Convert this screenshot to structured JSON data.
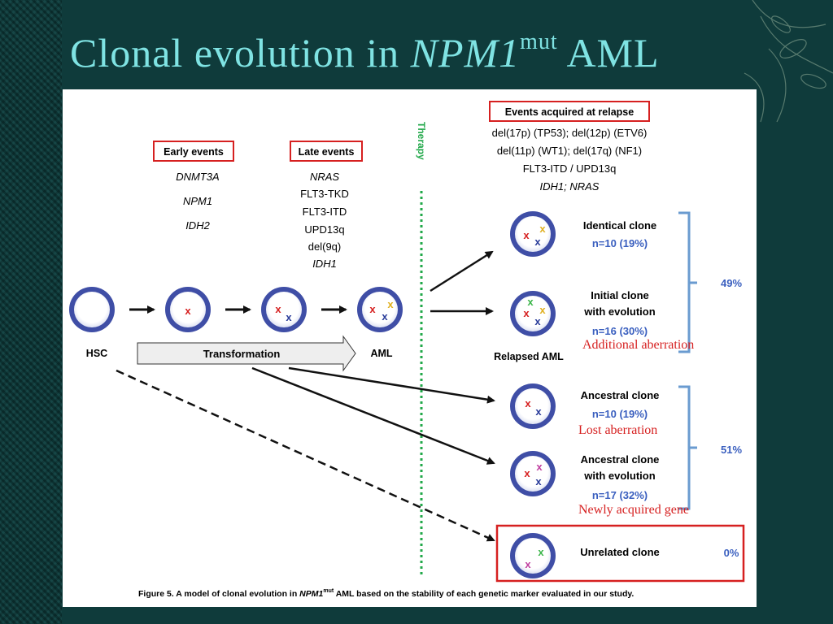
{
  "slide": {
    "title_prefix": "Clonal evolution in ",
    "title_gene": "NPM1",
    "title_sup": "mut",
    "title_suffix": " AML",
    "background_color": "#0f3b3b",
    "title_color": "#7fe3e3"
  },
  "figure": {
    "early_events": {
      "header": "Early events",
      "items": [
        "DNMT3A",
        "NPM1",
        "IDH2"
      ]
    },
    "late_events": {
      "header": "Late events",
      "items": [
        "NRAS",
        "FLT3-TKD",
        "FLT3-ITD",
        "UPD13q",
        "del(9q)",
        "IDH1"
      ]
    },
    "relapse_events": {
      "header": "Events acquired at relapse",
      "lines": [
        "del(17p) (TP53); del(12p) (ETV6)",
        "del(11p) (WT1); del(17q) (NF1)",
        "FLT3-ITD / UPD13q",
        "IDH1; NRAS"
      ]
    },
    "therapy_label": "Therapy",
    "hsc_label": "HSC",
    "transformation_label": "Transformation",
    "aml_label": "AML",
    "relapsed_label": "Relapsed AML",
    "clones": [
      {
        "name": "Identical clone",
        "n": "n=10 (19%)"
      },
      {
        "name": "Initial clone with evolution",
        "n": "n=16 (30%)"
      },
      {
        "name": "Ancestral clone",
        "n": "n=10 (19%)"
      },
      {
        "name": "Ancestral clone with evolution",
        "n": "n=17 (32%)"
      },
      {
        "name": "Unrelated clone",
        "n": ""
      }
    ],
    "percent_groups": [
      "49%",
      "51%",
      "0%"
    ],
    "caption_prefix": "Figure 5. A model of clonal evolution in ",
    "caption_gene": "NPM1",
    "caption_sup": "mut",
    "caption_suffix": " AML based on the stability of each genetic marker evaluated in our study."
  },
  "annotations": {
    "additional": "Additional aberration",
    "lost": "Lost aberration",
    "newly": "Newly acquired gene"
  },
  "colors": {
    "red_box": "#d62020",
    "blue_text": "#3a5fbf",
    "cell_ring": "#3f4ea6",
    "therapy_green": "#22a84a",
    "bracket_blue": "#6a9bd0"
  }
}
